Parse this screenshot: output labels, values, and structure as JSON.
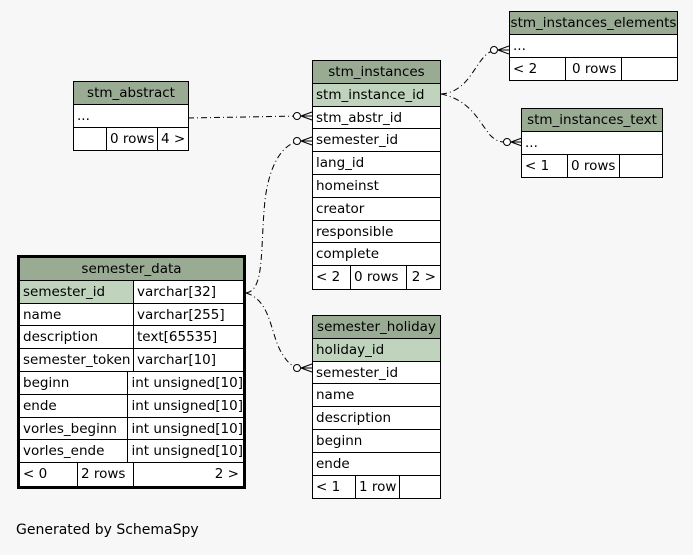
{
  "footer": "Generated by SchemaSpy",
  "stm_abstract": {
    "title": "stm_abstract",
    "rows": [
      "..."
    ],
    "footer": [
      "",
      "0 rows",
      "4 >"
    ]
  },
  "stm_instances": {
    "title": "stm_instances",
    "rows": [
      "stm_instance_id",
      "stm_abstr_id",
      "semester_id",
      "lang_id",
      "homeinst",
      "creator",
      "responsible",
      "complete"
    ],
    "footer": [
      "< 2",
      "0 rows",
      "2 >"
    ]
  },
  "stm_instances_elements": {
    "title": "stm_instances_elements",
    "rows": [
      "..."
    ],
    "footer": [
      "< 2",
      "0 rows",
      ""
    ]
  },
  "stm_instances_text": {
    "title": "stm_instances_text",
    "rows": [
      "..."
    ],
    "footer": [
      "< 1",
      "0 rows",
      ""
    ]
  },
  "semester_holiday": {
    "title": "semester_holiday",
    "rows": [
      "holiday_id",
      "semester_id",
      "name",
      "description",
      "beginn",
      "ende"
    ],
    "footer": [
      "< 1",
      "1 row",
      ""
    ]
  },
  "semester_data": {
    "title": "semester_data",
    "rows": [
      {
        "name": "semester_id",
        "type": "varchar[32]"
      },
      {
        "name": "name",
        "type": "varchar[255]"
      },
      {
        "name": "description",
        "type": "text[65535]"
      },
      {
        "name": "semester_token",
        "type": "varchar[10]"
      },
      {
        "name": "beginn",
        "type": "int unsigned[10]"
      },
      {
        "name": "ende",
        "type": "int unsigned[10]"
      },
      {
        "name": "vorles_beginn",
        "type": "int unsigned[10]"
      },
      {
        "name": "vorles_ende",
        "type": "int unsigned[10]"
      }
    ],
    "footer": [
      "< 0",
      "2 rows",
      "2 >"
    ]
  },
  "colors": {
    "header": "#9aab94",
    "primary_key": "#bfd3bd",
    "background": "#f7f7f7"
  }
}
